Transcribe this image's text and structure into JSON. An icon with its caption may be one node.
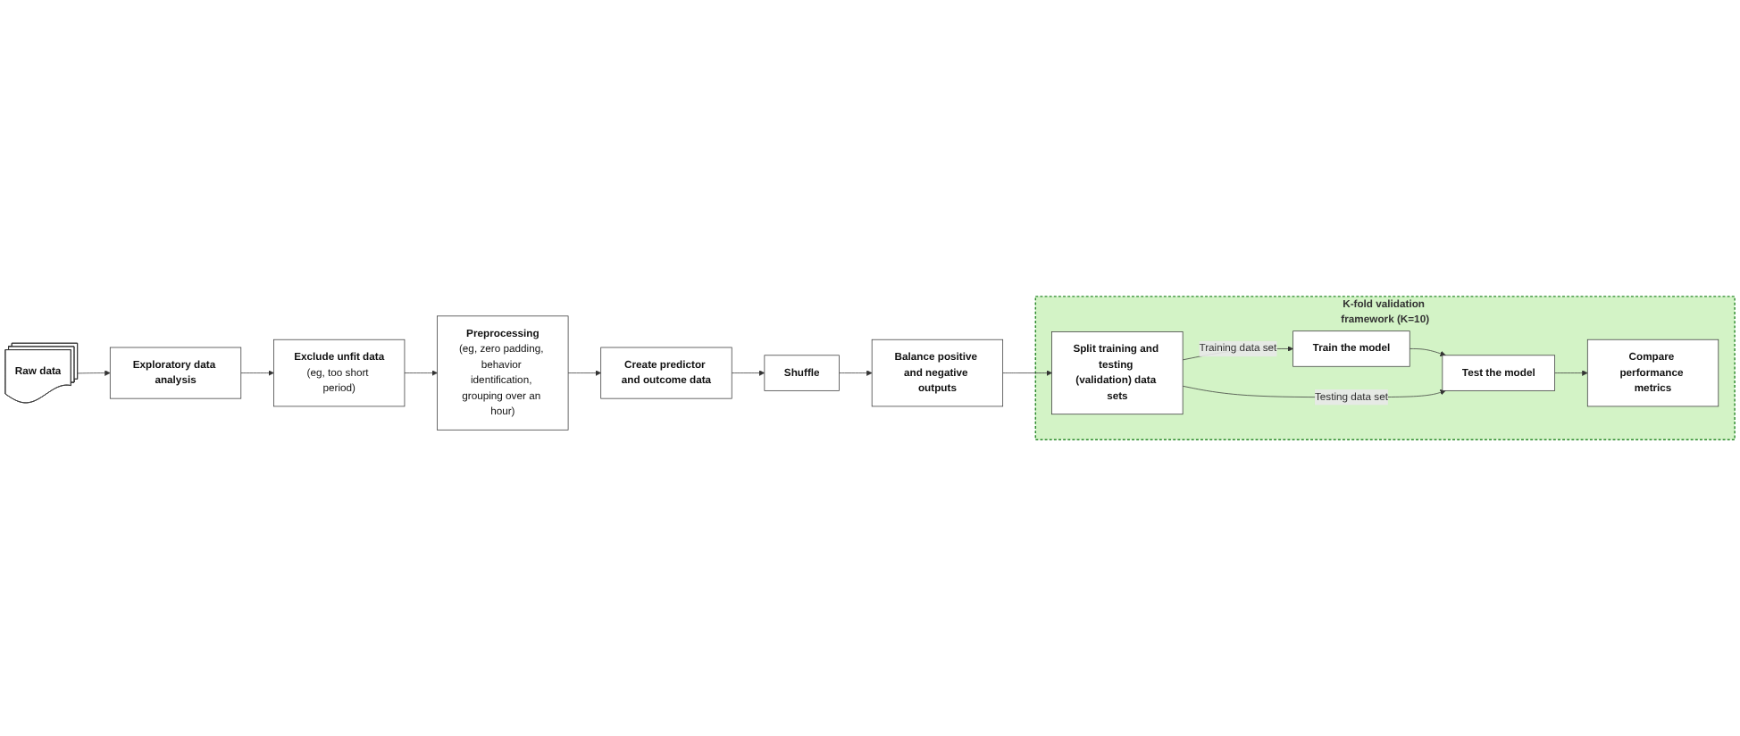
{
  "diagram": {
    "nodes": [
      {
        "text": [
          "Raw data"
        ]
      },
      {
        "text": [
          "Exploratory data analysis"
        ]
      },
      {
        "text": [
          "Exclude unfit data",
          "(eg, too short period)"
        ]
      },
      {
        "text": [
          "Preprocessing",
          "(eg, zero padding, behavior identification, grouping over an hour)"
        ]
      },
      {
        "text": [
          "Create predictor and outcome data"
        ]
      },
      {
        "text": [
          "Shuffle"
        ]
      },
      {
        "text": [
          "Balance positive and negative outputs"
        ]
      },
      {
        "text": [
          "K-fold validation framework (K=10)"
        ]
      },
      {
        "text": [
          "Split training and testing (validation) data sets"
        ],
        "in": 7
      },
      {
        "text": [
          "Train the model"
        ],
        "in": 7
      },
      {
        "text": [
          "Test the model"
        ],
        "in": 7
      },
      {
        "text": [
          "Compare performance metrics"
        ],
        "in": 7
      }
    ],
    "edges": [
      {
        "from": 0,
        "to": 1,
        "arrow": "to"
      },
      {
        "from": 1,
        "to": 2,
        "arrow": "to"
      },
      {
        "from": 2,
        "to": 3,
        "arrow": "to"
      },
      {
        "from": 3,
        "to": 4,
        "arrow": "to"
      },
      {
        "from": 4,
        "to": 5,
        "arrow": "to"
      },
      {
        "from": 5,
        "to": 6,
        "arrow": "to"
      },
      {
        "from": 6,
        "to": 8,
        "arrow": "to"
      },
      {
        "from": 8,
        "to": 9,
        "label": "Training data set",
        "arrow": "to"
      },
      {
        "from": 9,
        "to": 10,
        "arrow": "to"
      },
      {
        "from": 10,
        "to": 11,
        "arrow": "to"
      },
      {
        "from": 8,
        "to": 10,
        "label": "Testing data set",
        "arrow": "to"
      }
    ]
  }
}
